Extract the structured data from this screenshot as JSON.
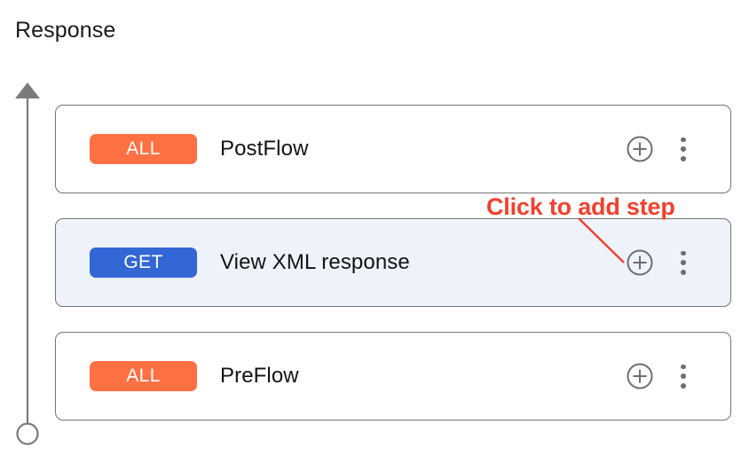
{
  "page": {
    "title": "Response",
    "background_color": "#ffffff"
  },
  "axis": {
    "name": "flow-direction-arrow",
    "color": "#7b7b7b",
    "arrow_head": "triangle-up",
    "end_marker": "circle"
  },
  "annotation": {
    "text": "Click to add step",
    "color": "#f2402d",
    "pointer": "line-to-add-step-button"
  },
  "colors": {
    "badge_all": "#ff7043",
    "badge_get": "#3367d6",
    "card_border": "#757575",
    "card_selected_bg": "#eef2fb",
    "icon_gray": "#6e6e6e",
    "annotation_red": "#f2402d"
  },
  "icons": {
    "add_step": "plus-circle-icon",
    "more_options": "kebab-menu-icon"
  },
  "flow": {
    "rows": [
      {
        "method": "ALL",
        "method_color": "#ff7043",
        "label": "PostFlow",
        "selected": false,
        "add_label": "Add step",
        "more_label": "More options"
      },
      {
        "method": "GET",
        "method_color": "#3367d6",
        "label": "View XML response",
        "selected": true,
        "add_label": "Add step",
        "more_label": "More options"
      },
      {
        "method": "ALL",
        "method_color": "#ff7043",
        "label": "PreFlow",
        "selected": false,
        "add_label": "Add step",
        "more_label": "More options"
      }
    ]
  }
}
